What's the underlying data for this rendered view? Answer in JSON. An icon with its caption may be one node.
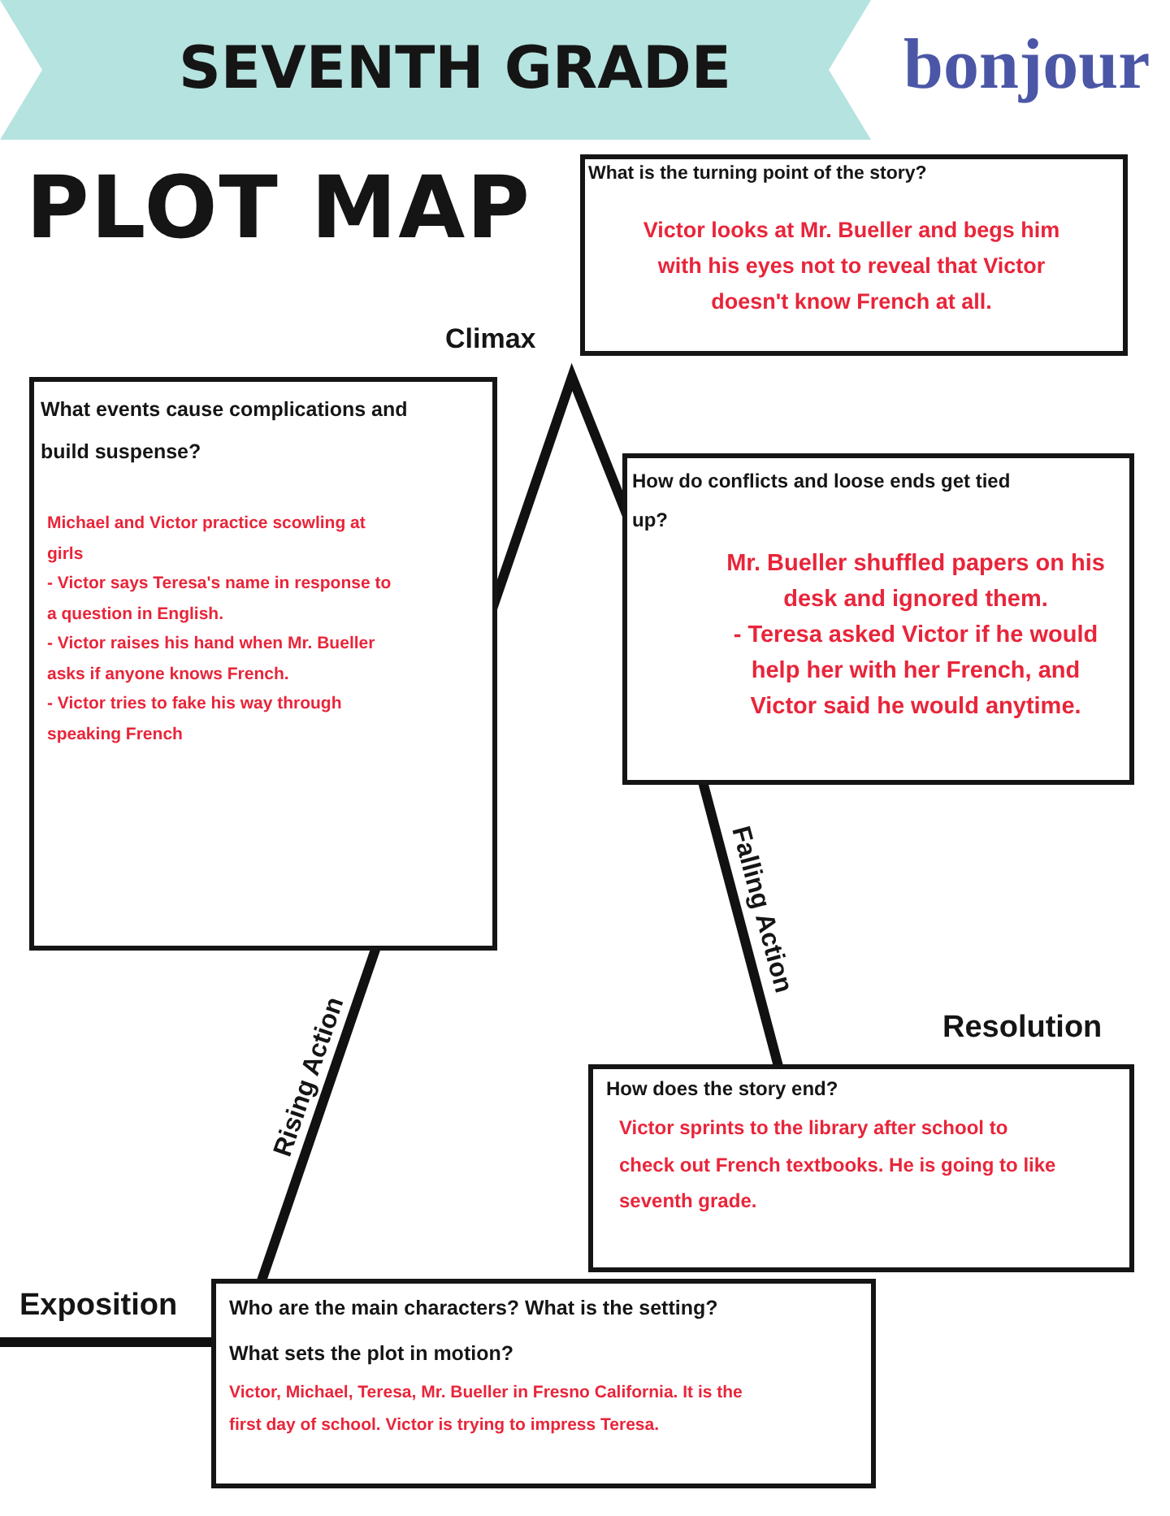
{
  "diagram": {
    "title": "PLOT MAP",
    "nodes": [
      {
        "text": [
          "What is the turning point of the story?",
          "Victor looks at Mr. Bueller and begs him with his eyes not to reveal that Victor doesn't know French at all."
        ]
      },
      {
        "text": [
          "What events cause complications and build suspense?",
          "Michael and Victor practice scowling at girls",
          "- Victor says Teresa's name in response to a question in English.",
          "- Victor raises his hand when Mr. Bueller asks if anyone knows French.",
          "- Victor tries to fake his way through speaking French"
        ]
      },
      {
        "text": [
          "How do conflicts and loose ends get tied up?",
          "Mr. Bueller shuffled papers on his desk and ignored them.",
          "- Teresa asked Victor if he would help her with her French, and Victor said he would anytime."
        ]
      },
      {
        "text": [
          "How does the story end?",
          "Victor sprints to the library after school to check out French textbooks. He is going to like seventh grade."
        ]
      },
      {
        "text": [
          "Who are the main characters? What is the setting?",
          "What sets the plot in motion?",
          "Victor, Michael, Teresa, Mr. Bueller in Fresno California. It is the first day of school. Victor is trying to impress Teresa."
        ]
      }
    ],
    "labels": [
      "SEVENTH GRADE",
      "bonjour",
      "Climax",
      "Falling Action",
      "Resolution",
      "Rising Action",
      "Exposition"
    ]
  }
}
